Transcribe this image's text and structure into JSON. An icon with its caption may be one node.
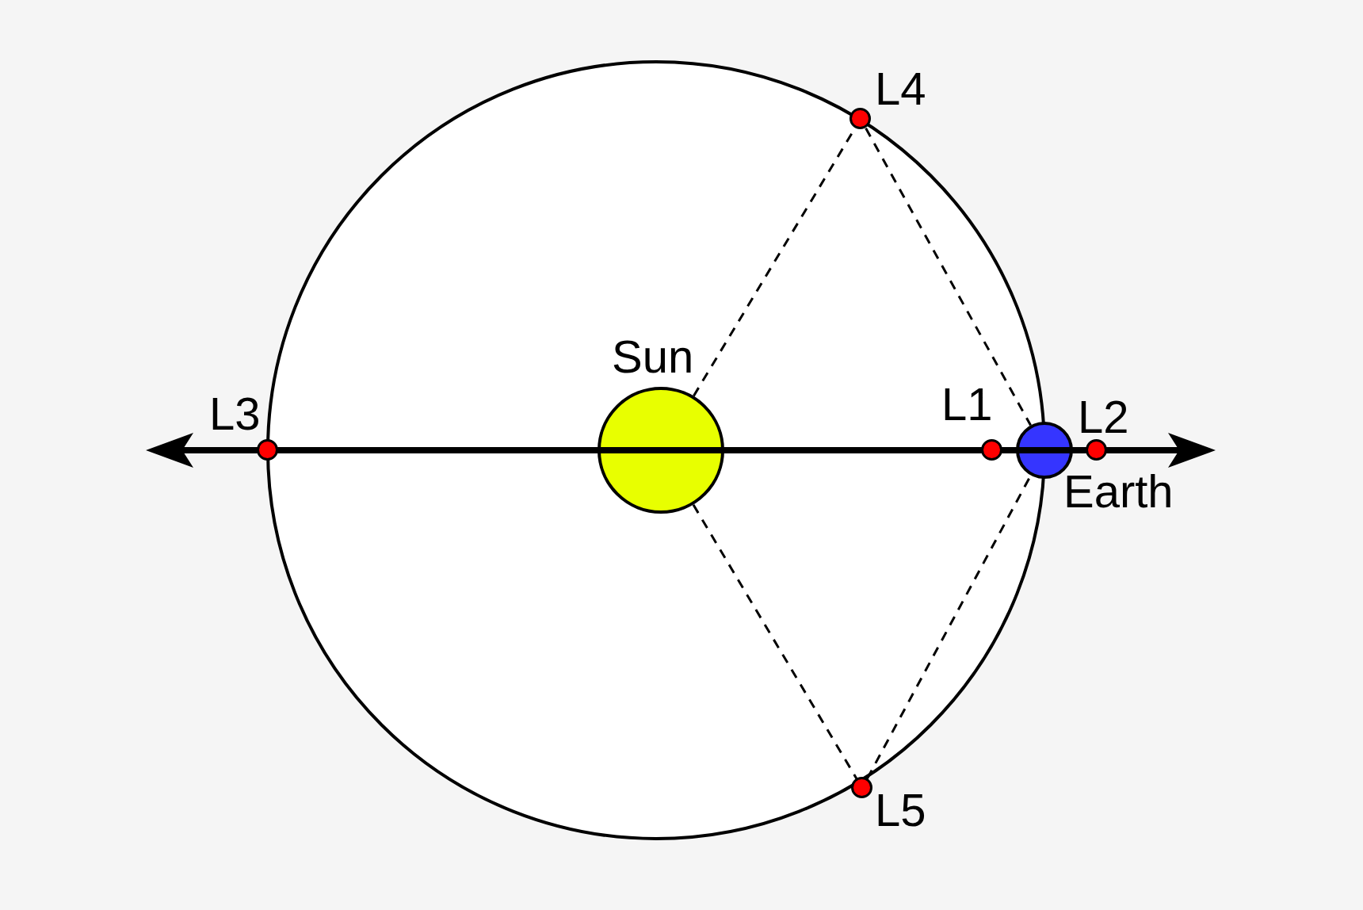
{
  "diagram": {
    "nodes": [
      {
        "text": [
          "L4"
        ]
      },
      {
        "text": [
          "Sun"
        ]
      },
      {
        "text": [
          "L3"
        ]
      },
      {
        "text": [
          "L1"
        ]
      },
      {
        "text": [
          "L2"
        ]
      },
      {
        "text": [
          "Earth"
        ]
      },
      {
        "text": [
          "L5"
        ]
      }
    ],
    "edges": [
      {
        "from": 1,
        "to": 0,
        "arrow": "none",
        "style": "dashed"
      },
      {
        "from": 0,
        "to": 5,
        "arrow": "none",
        "style": "dashed"
      },
      {
        "from": 1,
        "to": 6,
        "arrow": "none",
        "style": "dashed"
      },
      {
        "from": 6,
        "to": 5,
        "arrow": "none",
        "style": "dashed"
      }
    ]
  }
}
